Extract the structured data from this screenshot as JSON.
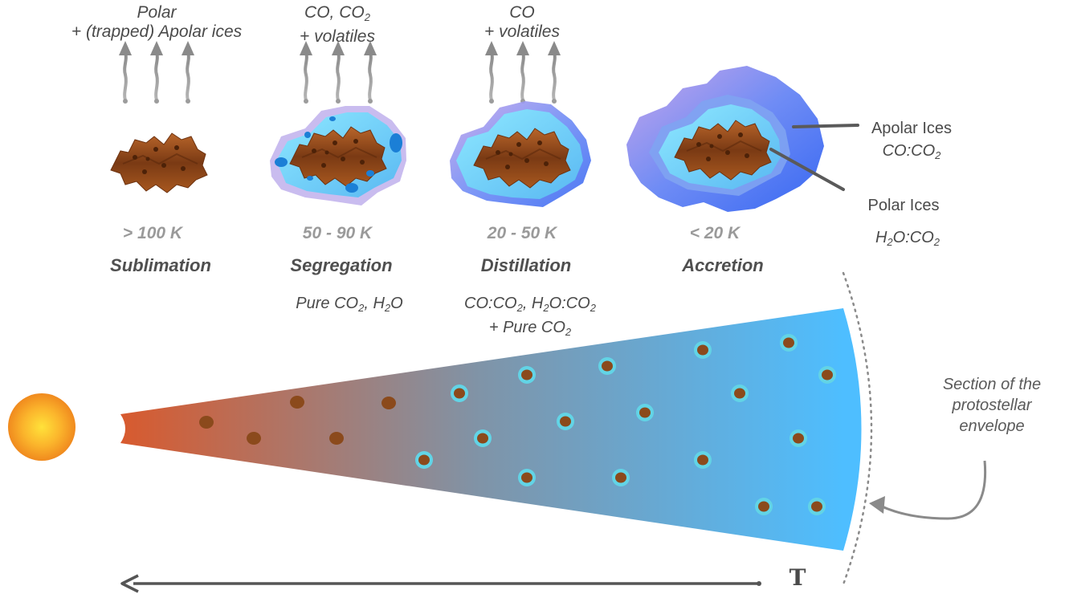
{
  "stages": [
    {
      "gas_lines": [
        "Polar",
        "+ (trapped) Apolar ices"
      ],
      "temp": "> 100 K",
      "process": "Sublimation"
    },
    {
      "gas_lines": [
        "CO, CO|2|",
        "+ volatiles"
      ],
      "temp": "50 - 90  K",
      "process": "Segregation",
      "composition_lines": [
        "Pure CO|2|, H|2|O"
      ]
    },
    {
      "gas_lines": [
        "CO",
        "+ volatiles"
      ],
      "temp": "20 - 50  K",
      "process": "Distillation",
      "composition_lines": [
        "CO:CO|2|, H|2|O:CO|2|",
        "+ Pure CO|2|"
      ]
    },
    {
      "temp": "< 20 K",
      "process": "Accretion"
    }
  ],
  "ice_labels": {
    "apolar_title": "Apolar Ices",
    "apolar_comp": "CO:CO|2|",
    "polar_title": "Polar Ices",
    "polar_comp": "H|2|O:CO|2|"
  },
  "envelope_caption_lines": [
    "Section of the",
    "protostellar",
    "envelope"
  ],
  "temperature_axis_label": "T",
  "colors": {
    "hot": "#d85a2e",
    "cold": "#4ebeff",
    "grain": "#8b4a1c",
    "ice_ring": "#62d4e6",
    "star_core": "#ffe23a",
    "star_edge": "#f08a1e",
    "arrow_gray": "#999999"
  },
  "icons": [
    "star-icon",
    "up-arrow-icon",
    "dust-grain-icon",
    "curved-arrow-icon"
  ]
}
